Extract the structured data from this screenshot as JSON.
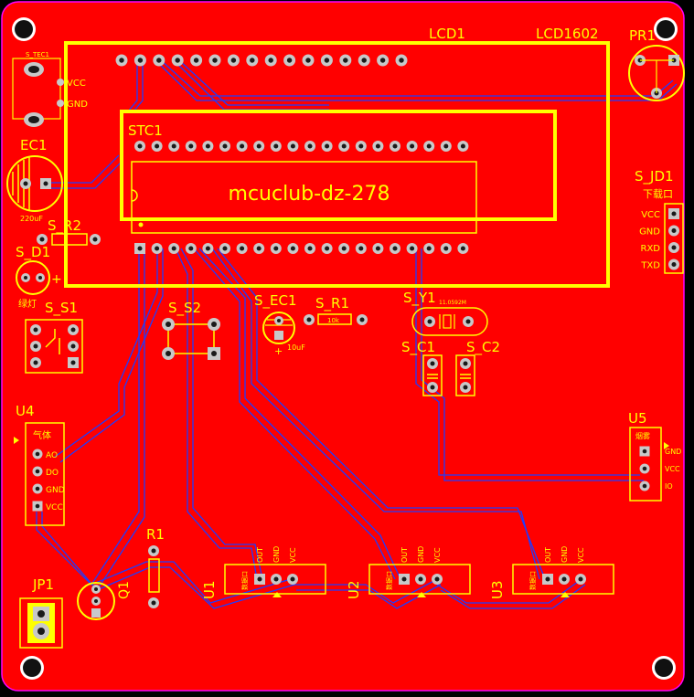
{
  "colors": {
    "board": "#ff0000",
    "outline": "#ff00ff",
    "silk": "#ffff00",
    "copper_bottom": "#1e3cff",
    "pad": "#c8c8c8",
    "hole": "#1a1a1a",
    "pin1": "#c8c8c8"
  },
  "icons": [
    "mounting-hole-icon",
    "pad-icon",
    "capacitor-icon",
    "crystal-icon",
    "led-icon"
  ],
  "labels": {
    "lcd_ref": "LCD1",
    "lcd_value": "LCD1602",
    "pr_ref": "PR1",
    "tec_ref": "S_TEC1",
    "tec_vcc": "VCC",
    "tec_gnd": "GND",
    "ec1_ref": "EC1",
    "ec1_value": "220uF",
    "stc_ref": "STC1",
    "chip_text": "mcuclub-dz-278",
    "sr2_ref": "S_R2",
    "sd1_ref": "S_D1",
    "sd1_note": "绿灯",
    "ss1_ref": "S_S1",
    "ss2_ref": "S_S2",
    "sec1_ref": "S_EC1",
    "sec1_value": "10uF",
    "sr1_ref": "S_R1",
    "sr1_value": "10k",
    "sy1_ref": "S_Y1",
    "sy1_value": "11.0592M",
    "sc1_ref": "S_C1",
    "sc2_ref": "S_C2",
    "sjd1_ref": "S_JD1",
    "sjd1_note": "下载口",
    "sjd1_pins": [
      "VCC",
      "GND",
      "RXD",
      "TXD"
    ],
    "u4_ref": "U4",
    "u4_note": "气体",
    "u4_pins": [
      "AO",
      "DO",
      "GND",
      "VCC"
    ],
    "u5_ref": "U5",
    "u5_note": "烟雾",
    "u5_pins": [
      "GND",
      "VCC",
      "IO"
    ],
    "r1_ref": "R1",
    "jp1_ref": "JP1",
    "q1_ref": "Q1",
    "u1_ref": "U1",
    "u2_ref": "U2",
    "u3_ref": "U3",
    "sensor_pins": [
      "OUT",
      "GND",
      "VCC"
    ],
    "sensor_note": "数据口"
  }
}
